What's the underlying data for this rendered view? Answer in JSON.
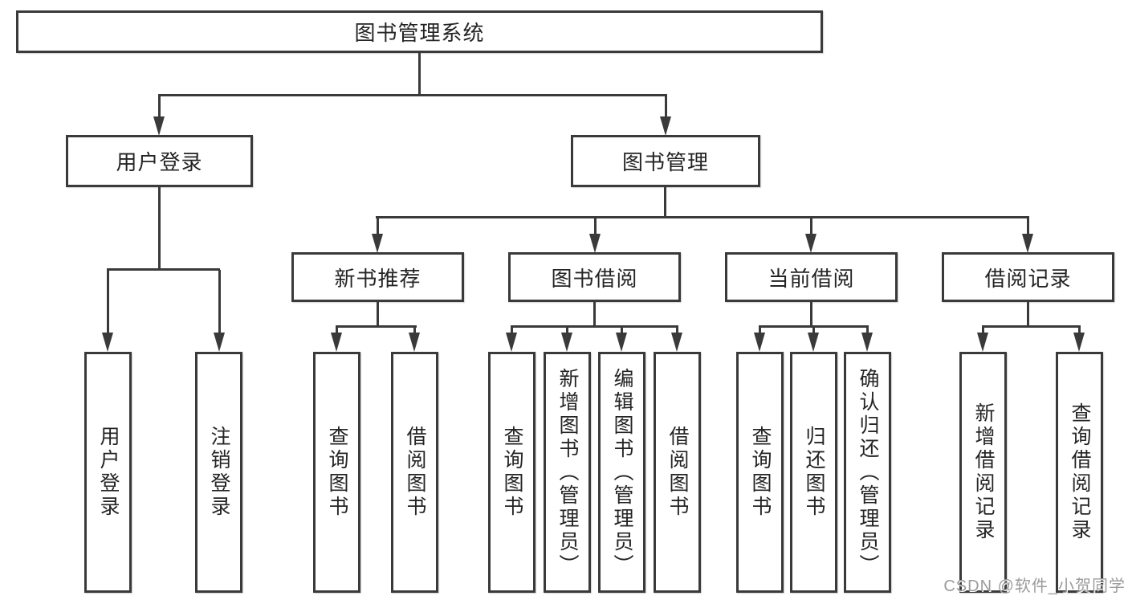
{
  "diagram": {
    "root": {
      "label": "图书管理系统"
    },
    "level2": {
      "user_login": {
        "label": "用户登录"
      },
      "book_management": {
        "label": "图书管理"
      }
    },
    "level3": {
      "new_book_recommend": {
        "label": "新书推荐"
      },
      "book_borrow": {
        "label": "图书借阅"
      },
      "current_borrow": {
        "label": "当前借阅"
      },
      "borrow_records": {
        "label": "借阅记录"
      }
    },
    "level4": {
      "user_login": [
        "用户登录",
        "注销登录"
      ],
      "new_book_recommend": [
        "查询图书",
        "借阅图书"
      ],
      "book_borrow": [
        "查询图书",
        "新增图书（管理员）",
        "编辑图书（管理员）",
        "借阅图书"
      ],
      "current_borrow": [
        "查询图书",
        "归还图书",
        "确认归还（管理员）"
      ],
      "borrow_records": [
        "新增借阅记录",
        "查询借阅记录"
      ]
    }
  },
  "watermark": {
    "text": "CSDN @软件_小贺同学"
  },
  "colors": {
    "line": "#3a3a3a",
    "box_fill": "#ffffff",
    "text": "#242424",
    "watermark": "#9b9b9b"
  }
}
